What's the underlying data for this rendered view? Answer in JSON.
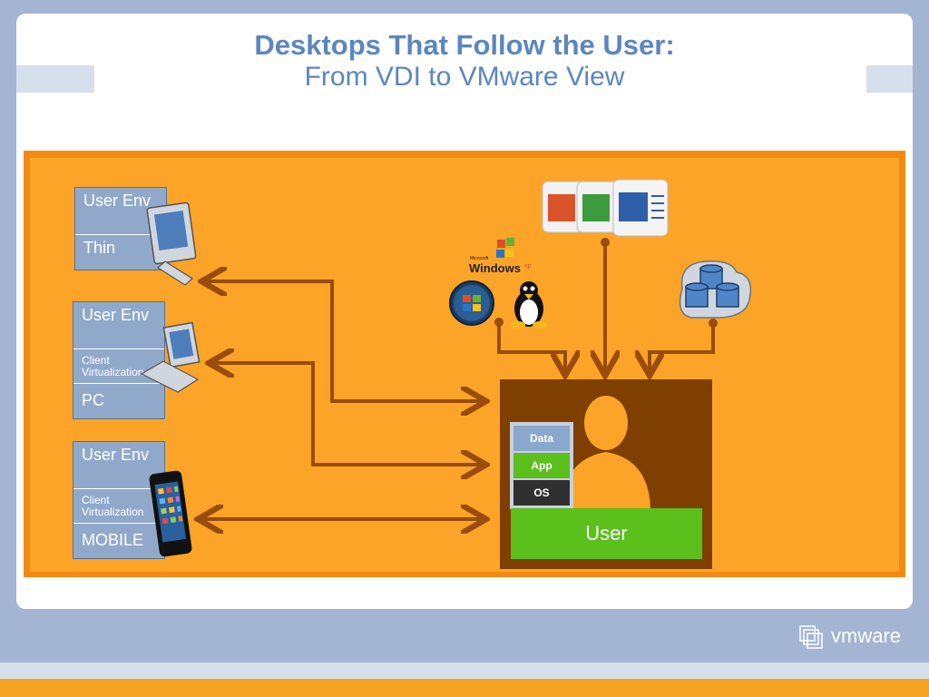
{
  "header": {
    "title": "Desktops That Follow the User:",
    "subtitle": "From VDI to VMware View"
  },
  "devices": [
    {
      "cells": [
        "User Env",
        "Thin"
      ]
    },
    {
      "cells": [
        "User Env",
        "Client Virtualization",
        "PC"
      ]
    },
    {
      "cells": [
        "User Env",
        "Client Virtualization",
        "MOBILE"
      ]
    }
  ],
  "user_panel": {
    "label": "User",
    "layers": [
      "Data",
      "App",
      "OS"
    ]
  },
  "logos": {
    "windows_xp_top": "Microsoft",
    "windows_xp_main": "Windows",
    "windows_xp_suffix": "xp",
    "vmware": "vmware"
  },
  "colors": {
    "title": "#5b86c0",
    "orange": "#fca427",
    "green": "#5bbf1c",
    "arrow": "#9a4c0d"
  }
}
